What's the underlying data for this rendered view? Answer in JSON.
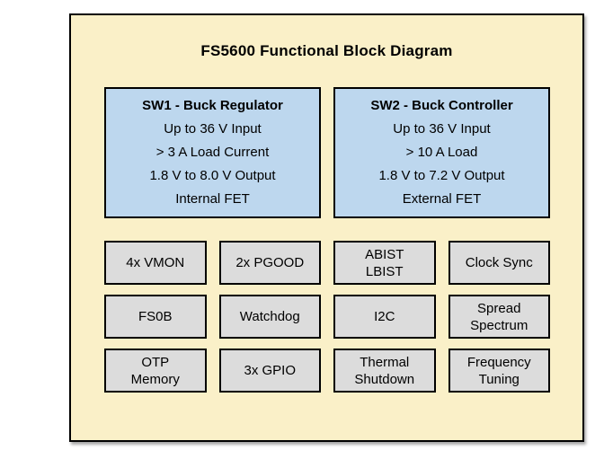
{
  "title": "FS5600 Functional Block Diagram",
  "colors": {
    "page_bg": "#FFFFFF",
    "canvas_bg": "#FAF0C8",
    "regulator_block_bg": "#BDD7EE",
    "feature_block_bg": "#DCDCDC",
    "border": "#000000",
    "text": "#000000"
  },
  "regulators": [
    {
      "heading": "SW1 - Buck Regulator",
      "lines": [
        "Up to 36 V Input",
        "> 3 A Load Current",
        "1.8 V to 8.0 V Output",
        "Internal FET"
      ]
    },
    {
      "heading": "SW2 - Buck Controller",
      "lines": [
        "Up to 36 V Input",
        "> 10 A Load",
        "1.8 V to 7.2 V Output",
        "External FET"
      ]
    }
  ],
  "features": [
    {
      "label": "4x VMON"
    },
    {
      "label": "2x PGOOD"
    },
    {
      "label": "ABIST\nLBIST"
    },
    {
      "label": "Clock Sync"
    },
    {
      "label": "FS0B"
    },
    {
      "label": "Watchdog"
    },
    {
      "label": "I2C"
    },
    {
      "label": "Spread\nSpectrum"
    },
    {
      "label": "OTP\nMemory"
    },
    {
      "label": "3x GPIO"
    },
    {
      "label": "Thermal\nShutdown"
    },
    {
      "label": "Frequency\nTuning"
    }
  ]
}
